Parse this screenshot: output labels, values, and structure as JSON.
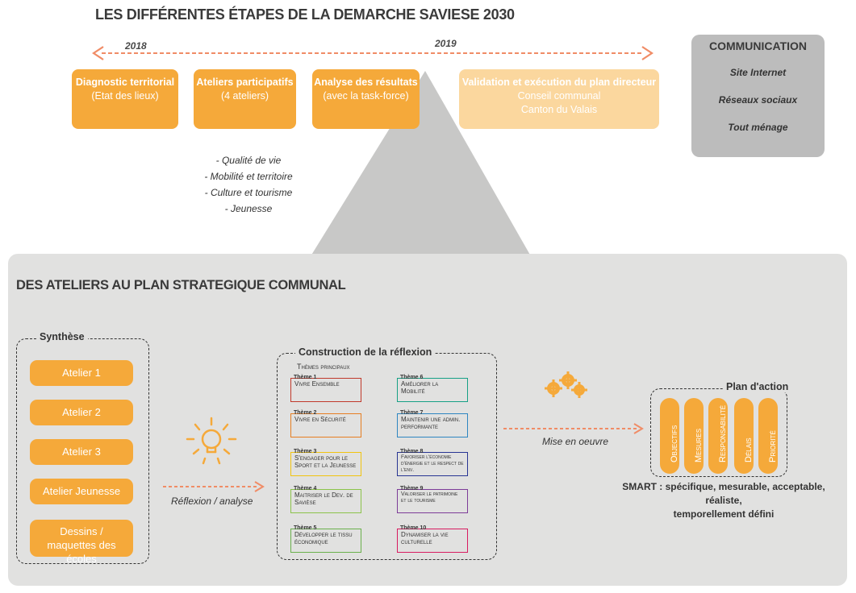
{
  "title": "LES DIFFÉRENTES ÉTAPES DE LA DEMARCHE SAVIESE 2030",
  "timeline": {
    "year_start": "2018",
    "year_end": "2019"
  },
  "steps": [
    {
      "title": "Diagnostic territorial",
      "lines": [
        "(Etat des lieux)"
      ]
    },
    {
      "title": "Ateliers participatifs",
      "lines": [
        "(4 ateliers)"
      ]
    },
    {
      "title": "Analyse des résultats",
      "lines": [
        "(avec la task-force)"
      ]
    },
    {
      "title": "Validation et exécution du plan directeur",
      "lines": [
        "Conseil communal",
        "Canton du Valais"
      ]
    }
  ],
  "workshop_themes": [
    "- Qualité de vie",
    "- Mobilité et territoire",
    "- Culture et tourisme",
    "- Jeunesse"
  ],
  "communication": {
    "title": "COMMUNICATION",
    "items": [
      "Site Internet",
      "Réseaux sociaux",
      "Tout ménage"
    ]
  },
  "strategy": {
    "title": "DES ATELIERS AU PLAN STRATEGIQUE COMMUNAL",
    "synthese_label": "Synthèse",
    "ateliers": [
      "Atelier 1",
      "Atelier 2",
      "Atelier 3",
      "Atelier Jeunesse",
      "Dessins / maquettes des écoles"
    ],
    "arrow1_label": "Réflexion / analyse",
    "construction_label": "Construction de la réflexion",
    "themes_header": "Thèmes principaux",
    "themes": [
      {
        "tag": "Thème 1",
        "name": "Vivre Ensemble",
        "color": "#c0392b"
      },
      {
        "tag": "Thème 2",
        "name": "Vivre en Sécurité",
        "color": "#e67e22"
      },
      {
        "tag": "Thème 3",
        "name": "S'engager pour le Sport et la Jeunesse",
        "color": "#f1c40f"
      },
      {
        "tag": "Thème 4",
        "name": "Maitriser le Dev. de Savièse",
        "color": "#8bc34a"
      },
      {
        "tag": "Thème 5",
        "name": "Développer le tissu économique",
        "color": "#6ab04c"
      },
      {
        "tag": "Thème 6",
        "name": "Améliorer la Mobilité",
        "color": "#16a085"
      },
      {
        "tag": "Thème 7",
        "name": "Maintenir une admin. performante",
        "color": "#2e86c1"
      },
      {
        "tag": "Thème 8",
        "name": "Favoriser l'économie d'énergie et le respect de l'env.",
        "color": "#283593"
      },
      {
        "tag": "Thème 9",
        "name": "Valoriser le patrimoine et le tourisme",
        "color": "#7d3c98"
      },
      {
        "tag": "Thème 10",
        "name": "Dynamiser la vie culturelle",
        "color": "#d81b60"
      }
    ],
    "arrow2_label": "Mise en oeuvre",
    "plan_label": "Plan d'action",
    "plan_items": [
      "Objectifs",
      "Mesures",
      "Responsabilité",
      "Délais",
      "Priorité"
    ],
    "smart_line1": "SMART : spécifique, mesurable, acceptable, réaliste,",
    "smart_line2": "temporellement défini"
  },
  "colors": {
    "orange": "#f5a93a",
    "light_orange": "#fbd79e",
    "arrow": "#f08c66",
    "panel": "#e1e1e0",
    "comm_box": "#bcbcbc"
  }
}
